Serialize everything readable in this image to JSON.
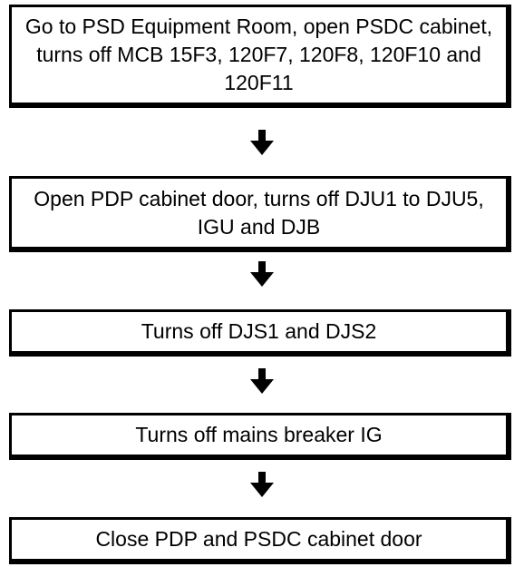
{
  "steps": [
    {
      "text": "Go to PSD Equipment Room, open PSDC cabinet, turns off MCB 15F3, 120F7, 120F8, 120F10 and 120F11"
    },
    {
      "text": "Open PDP cabinet door, turns off  DJU1 to DJU5, IGU and DJB"
    },
    {
      "text": "Turns off DJS1 and DJS2"
    },
    {
      "text": "Turns off mains breaker IG"
    },
    {
      "text": "Close PDP and PSDC cabinet door"
    }
  ],
  "connectors": [
    {
      "icon": "arrow-down-icon"
    },
    {
      "icon": "arrow-down-icon"
    },
    {
      "icon": "arrow-down-icon"
    },
    {
      "icon": "arrow-down-icon"
    }
  ],
  "colors": {
    "border": "#000000",
    "background": "#ffffff",
    "text": "#000000"
  }
}
